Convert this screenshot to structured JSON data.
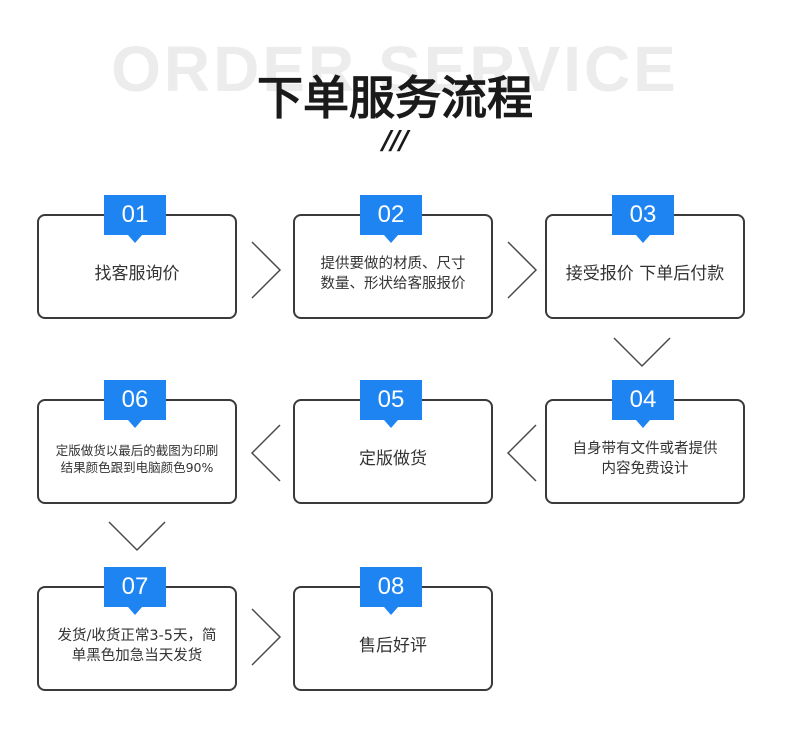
{
  "header": {
    "bg_title": "ORDER SERVICE",
    "title": "下单服务流程",
    "slashes": "///"
  },
  "steps": [
    {
      "num": "01",
      "text": "找客服询价"
    },
    {
      "num": "02",
      "text": "提供要做的材质、尺寸\n数量、形状给客服报价"
    },
    {
      "num": "03",
      "text": "接受报价 下单后付款"
    },
    {
      "num": "04",
      "text": "自身带有文件或者提供\n内容免费设计"
    },
    {
      "num": "05",
      "text": "定版做货"
    },
    {
      "num": "06",
      "text": "定版做货以最后的截图为印刷\n结果颜色跟到电脑颜色90%"
    },
    {
      "num": "07",
      "text": "发货/收货正常3-5天，简\n单黑色加急当天发货"
    },
    {
      "num": "08",
      "text": "售后好评"
    }
  ],
  "colors": {
    "accent": "#1e84f2",
    "border": "#3a3a3a",
    "arrow": "#4a4a4a"
  }
}
